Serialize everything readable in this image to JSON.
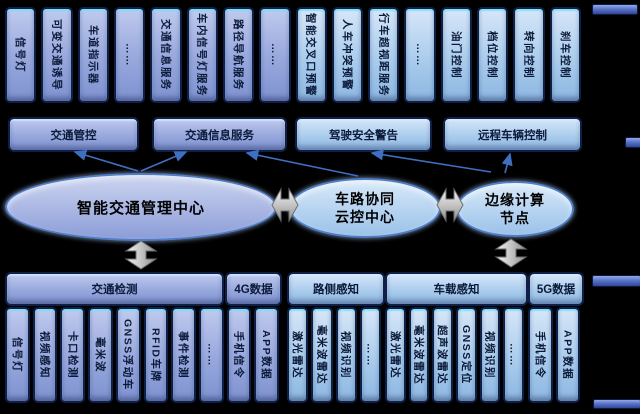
{
  "colors": {
    "background": "#000000",
    "periwinkle_fill": "#9aaade",
    "lightblue_fill": "#aecfee",
    "border_navy": "#101f47",
    "ellipse_border_blue": "#4f7ec6",
    "arrow_blue": "#3f6fc1",
    "connector_gray": "#c4c4c4",
    "text_dark": "#0c1a3a"
  },
  "top_row": {
    "items": [
      {
        "label": "信号灯"
      },
      {
        "label": "可变交通诱导"
      },
      {
        "label": "车道指示器"
      },
      {
        "label": "……"
      },
      {
        "label": "交通信息服务"
      },
      {
        "label": "车内信号灯服务"
      },
      {
        "label": "路径导航服务"
      },
      {
        "label": "……"
      },
      {
        "label": "智能交叉口预警"
      },
      {
        "label": "人车冲突预警"
      },
      {
        "label": "行车超视距服务"
      },
      {
        "label": "……"
      },
      {
        "label": "油门控制"
      },
      {
        "label": "档位控制"
      },
      {
        "label": "转向控制"
      },
      {
        "label": "刹车控制"
      }
    ]
  },
  "service_bars": {
    "traffic_control": "交通管控",
    "traffic_info_service": "交通信息服务",
    "driving_safety_warning": "驾驶安全警告",
    "remote_vehicle_control": "远程车辆控制"
  },
  "centers": {
    "traffic_mgmt": "智能交通管理中心",
    "cloud_line1": "车路协同",
    "cloud_line2": "云控中心",
    "edge_line1": "边缘计算",
    "edge_line2": "节点"
  },
  "data_bars": {
    "traffic_detection": "交通检测",
    "data_4g": "4G数据",
    "roadside_sensing": "路侧感知",
    "vehicle_sensing": "车载感知",
    "data_5g": "5G数据"
  },
  "bottom_row": {
    "traffic_detection": [
      "信号灯",
      "视频感知",
      "卡口检测",
      "毫米波",
      "GNSS浮动车",
      "RFID车牌",
      "事件检测",
      "……"
    ],
    "g4": [
      "手机信令",
      "APP数据"
    ],
    "roadside": [
      "激光雷达",
      "毫米波雷达",
      "视频识别",
      "……"
    ],
    "vehicle": [
      "激光雷达",
      "毫米波雷达",
      "超声波雷达",
      "GNSS定位",
      "视频识别",
      "……"
    ],
    "g5": [
      "手机信令",
      "APP数据"
    ]
  }
}
